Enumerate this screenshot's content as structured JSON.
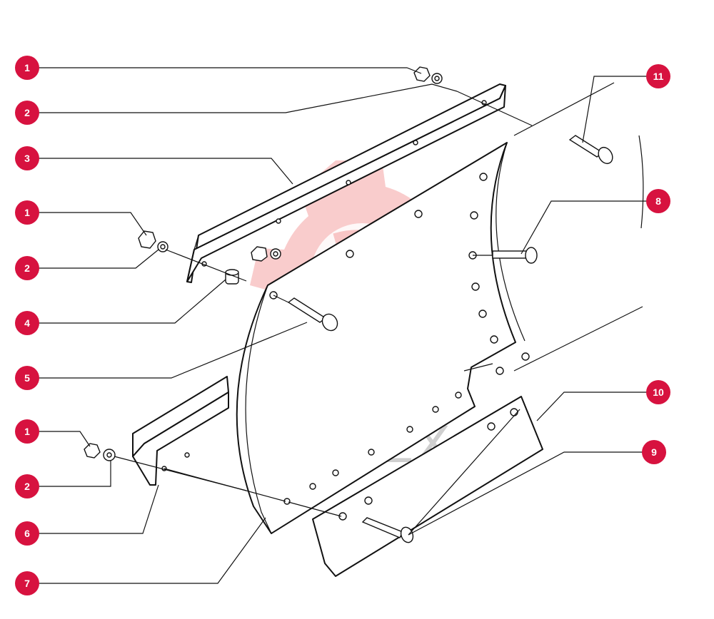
{
  "diagram": {
    "watermark_text": "ИНТЕХ",
    "accent_color": "#d7123f",
    "watermark_color": "#f4a3a3",
    "callouts": [
      {
        "label": "1"
      },
      {
        "label": "2"
      },
      {
        "label": "3"
      },
      {
        "label": "1"
      },
      {
        "label": "2"
      },
      {
        "label": "4"
      },
      {
        "label": "5"
      },
      {
        "label": "1"
      },
      {
        "label": "2"
      },
      {
        "label": "6"
      },
      {
        "label": "7"
      },
      {
        "label": "11"
      },
      {
        "label": "8"
      },
      {
        "label": "10"
      },
      {
        "label": "9"
      }
    ]
  }
}
